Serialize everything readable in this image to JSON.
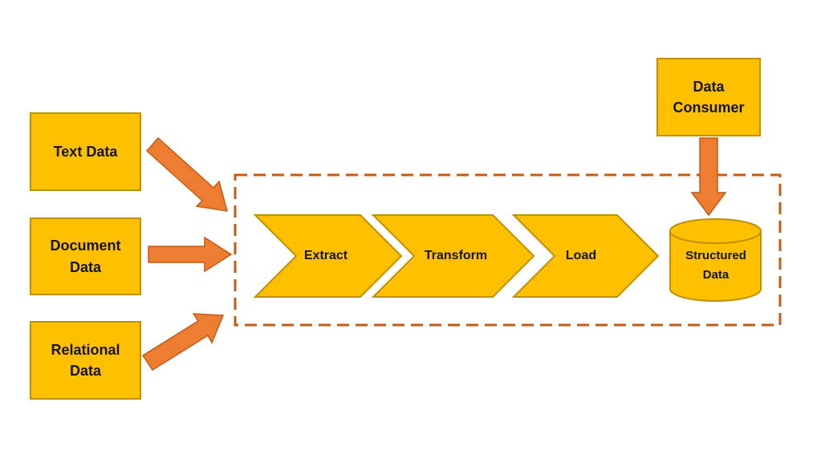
{
  "diagram": {
    "kind": "ETL data pipeline flow diagram",
    "colors": {
      "node_fill": "#FFC000",
      "node_border": "#BF9000",
      "arrow_fill": "#ED7D31",
      "arrow_border": "#C55A11",
      "pipeline_boundary": "#C55A11",
      "text": "#141414",
      "background": "#FFFFFF"
    },
    "sources": [
      {
        "label": "Text Data"
      },
      {
        "label": "Document Data"
      },
      {
        "label": "Relational Data"
      }
    ],
    "consumer": {
      "label": "Data Consumer"
    },
    "pipeline": {
      "steps": [
        {
          "label": "Extract"
        },
        {
          "label": "Transform"
        },
        {
          "label": "Load"
        }
      ],
      "datastore": {
        "label": "Structured Data"
      }
    }
  }
}
